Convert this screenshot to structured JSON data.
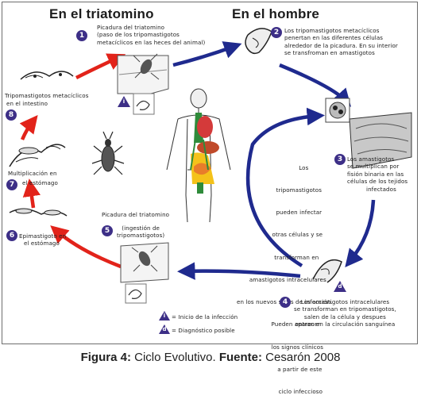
{
  "headers": {
    "left": "En el triatomino",
    "right": "En el hombre"
  },
  "steps": [
    {
      "n": "1",
      "lines": [
        "Picadura del triatomino",
        "(paso de los tripomastigotos",
        "metacíclicos en las heces del animal)"
      ]
    },
    {
      "n": "2",
      "lines": [
        "Los tripomastigotos metacíclicos",
        "penertan en las diferentes células",
        "alrededor de la picadura. En su interior",
        "se transfroman en amastigotos"
      ]
    },
    {
      "n": "3",
      "lines": [
        "Los amastigotos",
        "se multiplican por",
        "fisión binaria en las",
        "células de los tejidos",
        "infectados"
      ]
    },
    {
      "n": "4",
      "lines": [
        "Los amastigotos intracelulares",
        "se transforman en tripomastigotos,",
        "salen de la célula y despues",
        "entran en la circulación sanguínea"
      ]
    },
    {
      "n": "5",
      "lines": [
        "Picadura del triatomino",
        "(ingestión de",
        "tripomastigotos)"
      ]
    },
    {
      "n": "6",
      "lines": [
        "Epimastigoto en",
        "el estómago"
      ]
    },
    {
      "n": "7",
      "lines": [
        "Multiplicación en",
        "el estómago"
      ]
    },
    {
      "n": "8",
      "lines": [
        "Tripomastigotos metacíclicos",
        "en el intestino"
      ]
    }
  ],
  "center_note": [
    "Los",
    "tripomastigotos",
    "pueden infectar",
    "otras células y se",
    "transforman en",
    "amastigotos intracelulares",
    "en los nuevos sitios de infección.",
    "Pueden aparecer",
    "los signos clínicos",
    "a partir de este",
    "ciclo infeccioso"
  ],
  "legend": [
    {
      "symbol": "i",
      "text": "= Inicio de la infección"
    },
    {
      "symbol": "d",
      "text": "= Diagnóstico posible"
    }
  ],
  "markers": {
    "infection_start": "i",
    "diagnosis": "d"
  },
  "caption": {
    "fig_label": "Figura 4:",
    "fig_text": "Ciclo Evolutivo.",
    "source_label": "Fuente:",
    "source_text": "Cesarón 2008"
  },
  "colors": {
    "human_arrows": "#1f2a8e",
    "triatomine_arrows": "#e2231a",
    "badge": "#3d2f87",
    "organs": [
      "#2f8b3a",
      "#d43a3a",
      "#e87d2a",
      "#f4c21a"
    ]
  }
}
